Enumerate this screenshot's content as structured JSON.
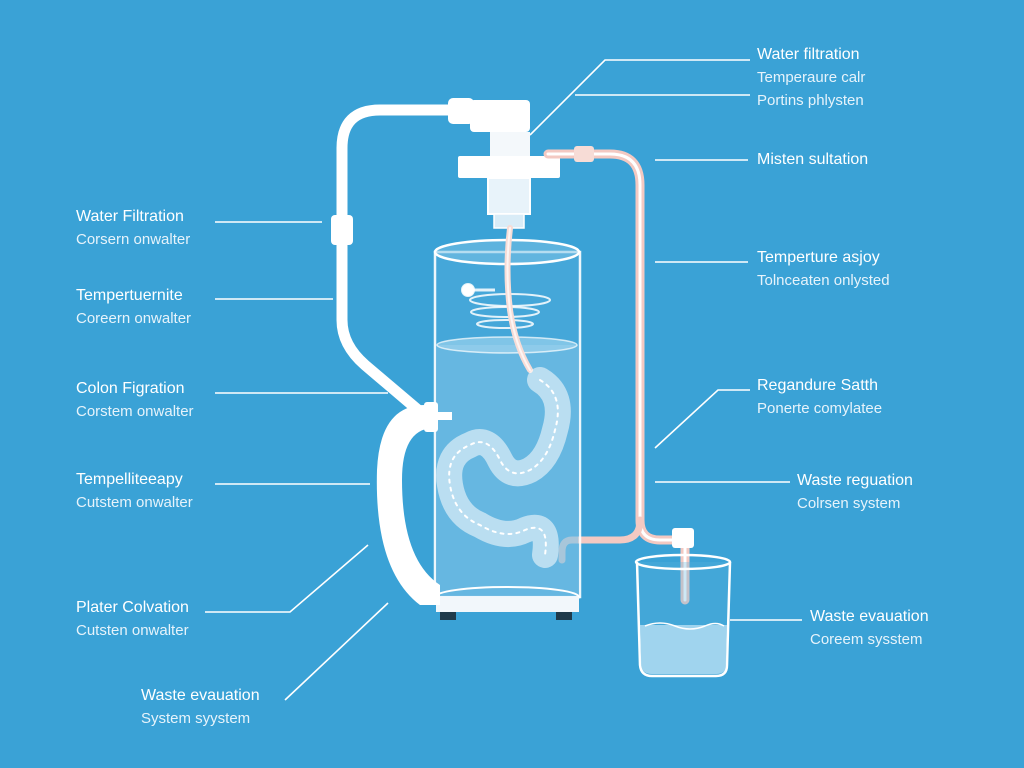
{
  "colors": {
    "background": "#3aa2d6",
    "pipe": "#ffffff",
    "inlet_tube": "#f3c9c2",
    "water": "#8fcbea",
    "leader_line": "#ffffff"
  },
  "left_labels": [
    {
      "title": "Water Filtration",
      "subtitle": "Corsern onwalter"
    },
    {
      "title": "Tempertuernite",
      "subtitle": "Coreern onwalter"
    },
    {
      "title": "Colon Figration",
      "subtitle": "Corstem onwalter"
    },
    {
      "title": "Tempelliteeapy",
      "subtitle": "Cutstem onwalter"
    },
    {
      "title": "Plater Colvation",
      "subtitle": "Cutsten onwalter"
    },
    {
      "title": "Waste evauation",
      "subtitle": "System syystem"
    }
  ],
  "right_labels": [
    {
      "title": "Water filtration",
      "subtitle": "Temperaure calr",
      "subtitle2": "Portins phlysten"
    },
    {
      "title": "Misten sultation",
      "subtitle": ""
    },
    {
      "title": "Temperture asjoy",
      "subtitle": "Tolnceaten onlysted"
    },
    {
      "title": "Regandure Satth",
      "subtitle": "Ponerte comylatee"
    },
    {
      "title": "Waste reguation",
      "subtitle": "Colrsen system"
    },
    {
      "title": "Waste evauation",
      "subtitle": "Coreem sysstem"
    }
  ],
  "icons": {
    "main_vessel": "cylinder-vessel-icon",
    "colon_model": "colon-model-icon",
    "waste_beaker": "beaker-icon",
    "valve": "valve-icon"
  }
}
